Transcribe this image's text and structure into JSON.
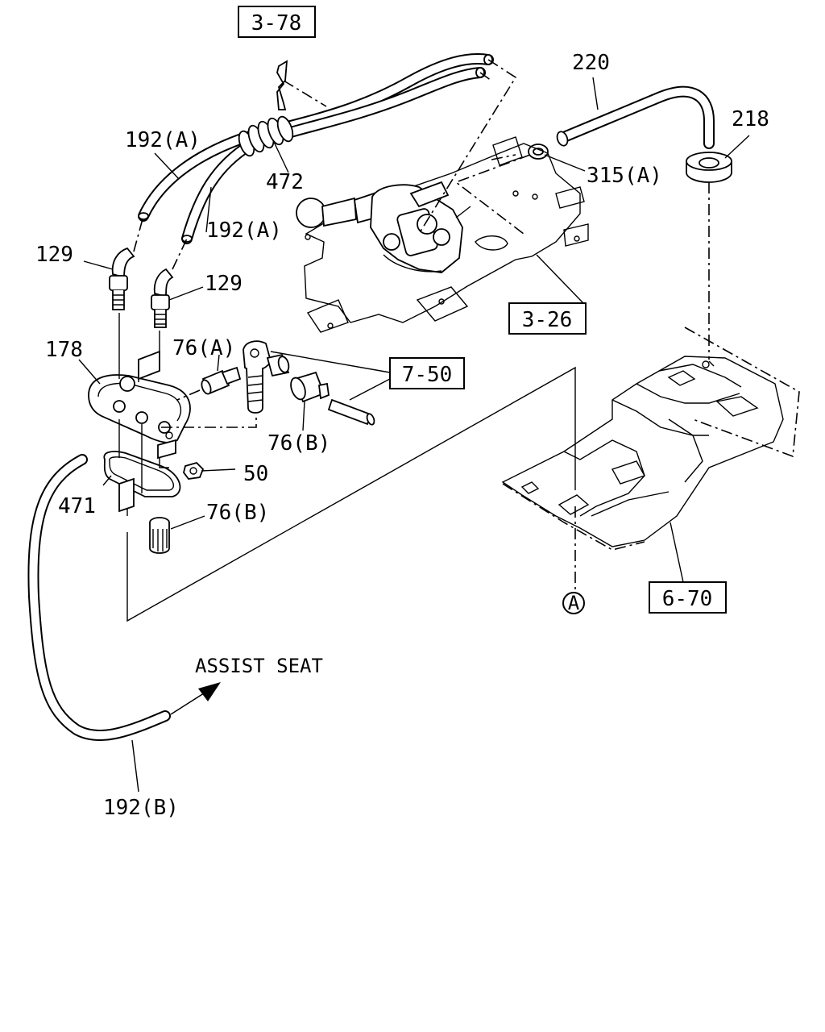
{
  "callouts": {
    "hose_a_top": "192(A)",
    "hose_a_mid": "192(A)",
    "hose_b": "192(B)",
    "hose_220": "220",
    "grommet_218": "218",
    "clip_315a": "315(A)",
    "sleeve_472": "472",
    "elbow_129_left": "129",
    "elbow_129_right": "129",
    "plate_178": "178",
    "fitting_76a": "76(A)",
    "fitting_76b_upper": "76(B)",
    "fitting_76b_lower": "76(B)",
    "nut_50": "50",
    "gasket_471": "471",
    "connector_a": "A"
  },
  "refs": {
    "ref_3_78": "3-78",
    "ref_3_26": "3-26",
    "ref_7_50": "7-50",
    "ref_6_70": "6-70"
  },
  "notes": {
    "direction": "ASSIST SEAT"
  }
}
